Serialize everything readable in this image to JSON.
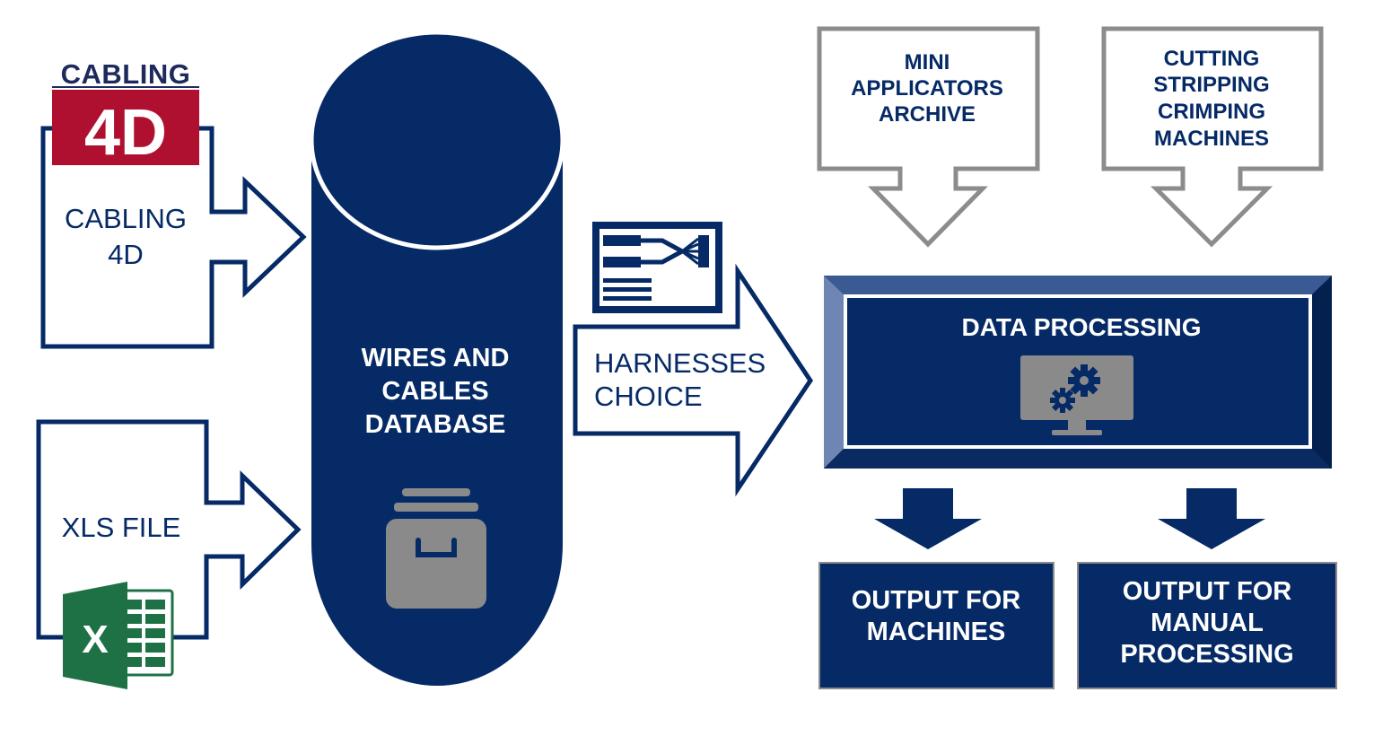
{
  "colors": {
    "navy": "#052a66",
    "navy_dark": "#03204f",
    "gray_outline": "#8c8c8c",
    "gray_icon": "#8a8a8a",
    "logo_red": "#b01030",
    "excel_green": "#1e7145",
    "white": "#ffffff"
  },
  "logo": {
    "name": "cabling-4d-logo",
    "word": "CABLING",
    "mark": "4D"
  },
  "inputs": {
    "cabling4d": {
      "line1": "CABLING",
      "line2": "4D"
    },
    "xls": {
      "label": "XLS FILE",
      "icon": "excel-icon",
      "icon_letter": "X"
    }
  },
  "database": {
    "line1": "WIRES AND",
    "line2": "CABLES",
    "line3": "DATABASE",
    "icon": "archive-box-icon"
  },
  "harness": {
    "line1": "HARNESSES",
    "line2": "CHOICE",
    "icon": "harness-drawing-icon"
  },
  "top_sources": {
    "mini": {
      "line1": "MINI",
      "line2": "APPLICATORS",
      "line3": "ARCHIVE"
    },
    "machines": {
      "line1": "CUTTING",
      "line2": "STRIPPING",
      "line3": "CRIMPING",
      "line4": "MACHINES"
    }
  },
  "processing": {
    "title": "DATA PROCESSING",
    "icon": "monitor-gears-icon"
  },
  "outputs": {
    "machines": {
      "line1": "OUTPUT FOR",
      "line2": "MACHINES"
    },
    "manual": {
      "line1": "OUTPUT FOR",
      "line2": "MANUAL",
      "line3": "PROCESSING"
    }
  }
}
